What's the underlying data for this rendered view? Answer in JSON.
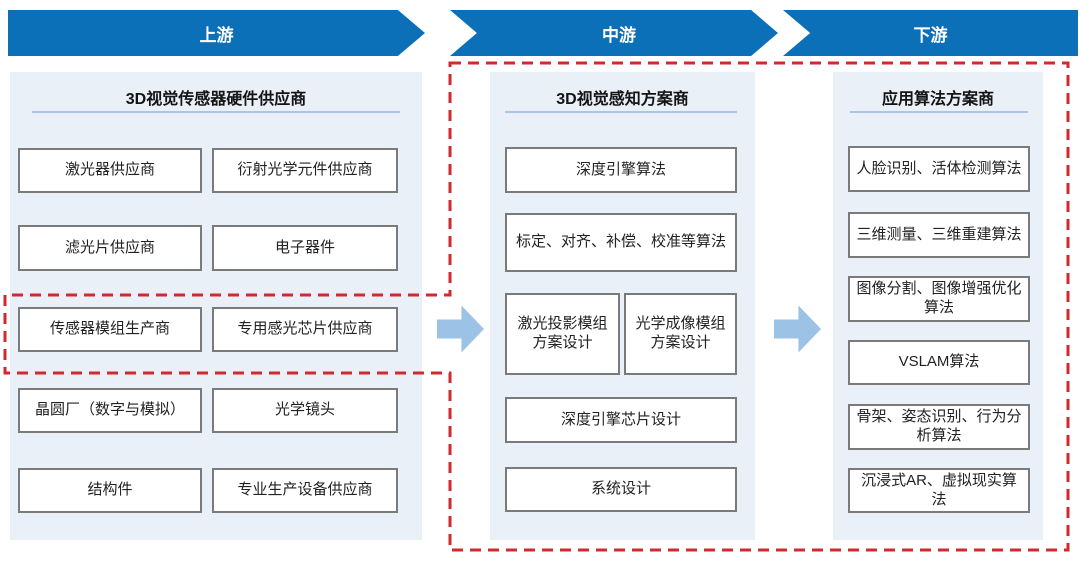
{
  "banner": {
    "stages": [
      {
        "label": "上游"
      },
      {
        "label": "中游"
      },
      {
        "label": "下游"
      }
    ]
  },
  "upstream": {
    "title": "3D视觉传感器硬件供应商",
    "boxes": [
      "激光器供应商",
      "衍射光学元件供应商",
      "滤光片供应商",
      "电子器件",
      "传感器模组生产商",
      "专用感光芯片供应商",
      "晶圆厂（数字与模拟）",
      "光学镜头",
      "结构件",
      "专业生产设备供应商"
    ]
  },
  "midstream": {
    "title": "3D视觉感知方案商",
    "boxes": [
      "深度引擎算法",
      "标定、对齐、补偿、校准等算法",
      "激光投影模组方案设计",
      "光学成像模组方案设计",
      "深度引擎芯片设计",
      "系统设计"
    ]
  },
  "downstream": {
    "title": "应用算法方案商",
    "boxes": [
      "人脸识别、活体检测算法",
      "三维测量、三维重建算法",
      "图像分割、图像增强优化算法",
      "VSLAM算法",
      "骨架、姿态识别、行为分析算法",
      "沉浸式AR、虚拟现实算法"
    ]
  },
  "icons": {
    "flow_arrow": "right-arrow",
    "stage_arrow": "chevron-banner-right"
  },
  "colors": {
    "banner_blue": "#0c70b8",
    "light_arrow_blue": "#9cc2e5",
    "panel_bg": "#e9f0f8",
    "underline_blue": "#a9c7e4",
    "highlight_red": "#d02a2e",
    "box_border": "#7a7a7a",
    "box_text": "#222222"
  }
}
